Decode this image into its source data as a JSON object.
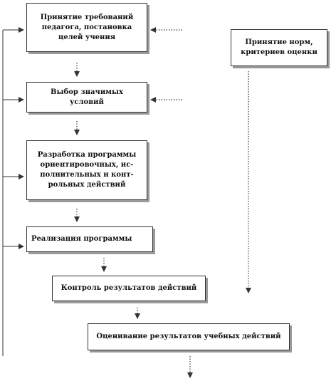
{
  "diagram": {
    "nodes": [
      {
        "id": "requirements",
        "text": "Принятие  требований\nпедагога,  постановка\nцелей  учения"
      },
      {
        "id": "norms",
        "text": "Принятие  норм,\nкритериев  оценки"
      },
      {
        "id": "conditions",
        "text": "Выбор  значимых\nусловий"
      },
      {
        "id": "program",
        "text": "Разработка  программы\nориентировочных,  ис-\nполнительных  и  конт-\nрольных  действий"
      },
      {
        "id": "implementation",
        "text": "Реализация  программы"
      },
      {
        "id": "control",
        "text": "Контроль  результатов  действий"
      },
      {
        "id": "evaluation",
        "text": "Оценивание  результатов  учебных  действий"
      }
    ],
    "edges": [
      {
        "from": "requirements",
        "to": "conditions",
        "style": "dotted"
      },
      {
        "from": "conditions",
        "to": "program",
        "style": "dotted"
      },
      {
        "from": "program",
        "to": "implementation",
        "style": "dotted"
      },
      {
        "from": "implementation",
        "to": "control",
        "style": "dotted"
      },
      {
        "from": "control",
        "to": "evaluation",
        "style": "dotted"
      },
      {
        "from": "norms",
        "to": "control",
        "style": "dotted"
      },
      {
        "from": "evaluation",
        "to": "outcome",
        "style": "dotted"
      },
      {
        "from": "external",
        "to": "requirements",
        "style": "dotted"
      },
      {
        "from": "external",
        "to": "conditions",
        "style": "dotted"
      },
      {
        "from": "feedback-line",
        "to": "requirements",
        "style": "solid"
      },
      {
        "from": "feedback-line",
        "to": "conditions",
        "style": "solid"
      },
      {
        "from": "feedback-line",
        "to": "program",
        "style": "solid"
      },
      {
        "from": "feedback-line",
        "to": "implementation",
        "style": "solid"
      }
    ],
    "colors": {
      "line": "#333333",
      "shadow": "#9a9a9a",
      "text": "#111111",
      "background": "#ffffff"
    }
  }
}
